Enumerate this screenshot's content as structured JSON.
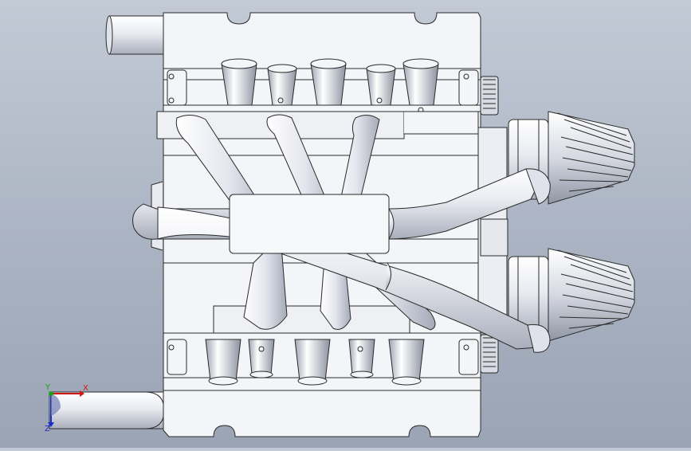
{
  "viewport": {
    "background_top": "#c3cad6",
    "background_bottom": "#9aa4b4",
    "model_fill": "#f4f5f8",
    "model_stroke": "#2a2a2a"
  },
  "triad": {
    "x_label": "X",
    "y_label": "Y",
    "z_label": "Z",
    "x_color": "#d01818",
    "y_color": "#19a319",
    "z_color": "#1a2ed0"
  }
}
